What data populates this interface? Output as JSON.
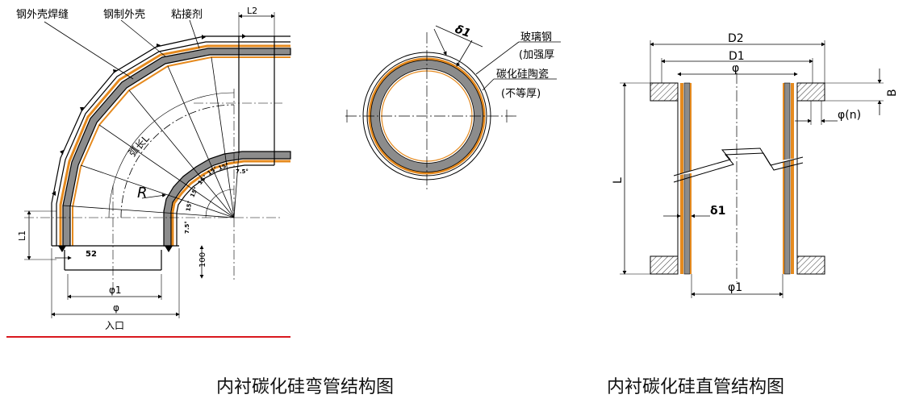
{
  "elbow": {
    "label_weld": "钢外壳焊缝",
    "label_shell": "钢制外壳",
    "label_adhesive": "粘接剂",
    "label_arc": "弧长L",
    "label_r": "R",
    "label_l1": "L1",
    "label_l2": "L2",
    "label_52": "52",
    "label_100": "100",
    "label_phi1": "φ1",
    "label_phi": "φ",
    "label_inlet": "入口",
    "angle_15": "15°",
    "angle_7_5": "7.5°",
    "caption": "内衬碳化硅弯管结构图"
  },
  "ring": {
    "label_delta1": "δ1",
    "label_frp": "玻璃钢",
    "label_frp_note": "(加强厚",
    "label_sic": "碳化硅陶瓷",
    "label_sic_note": "(不等厚)"
  },
  "straight": {
    "label_d2": "D2",
    "label_d1": "D1",
    "label_phi": "φ",
    "label_b": "B",
    "label_phi_n": "φ(n)",
    "label_l": "L",
    "label_delta1": "δ1",
    "label_phi1": "φ1",
    "caption": "内衬碳化硅直管结构图"
  },
  "colors": {
    "orange": "#e58a1f",
    "gray": "#8c8c8c",
    "accent_line": "#d9181e"
  }
}
